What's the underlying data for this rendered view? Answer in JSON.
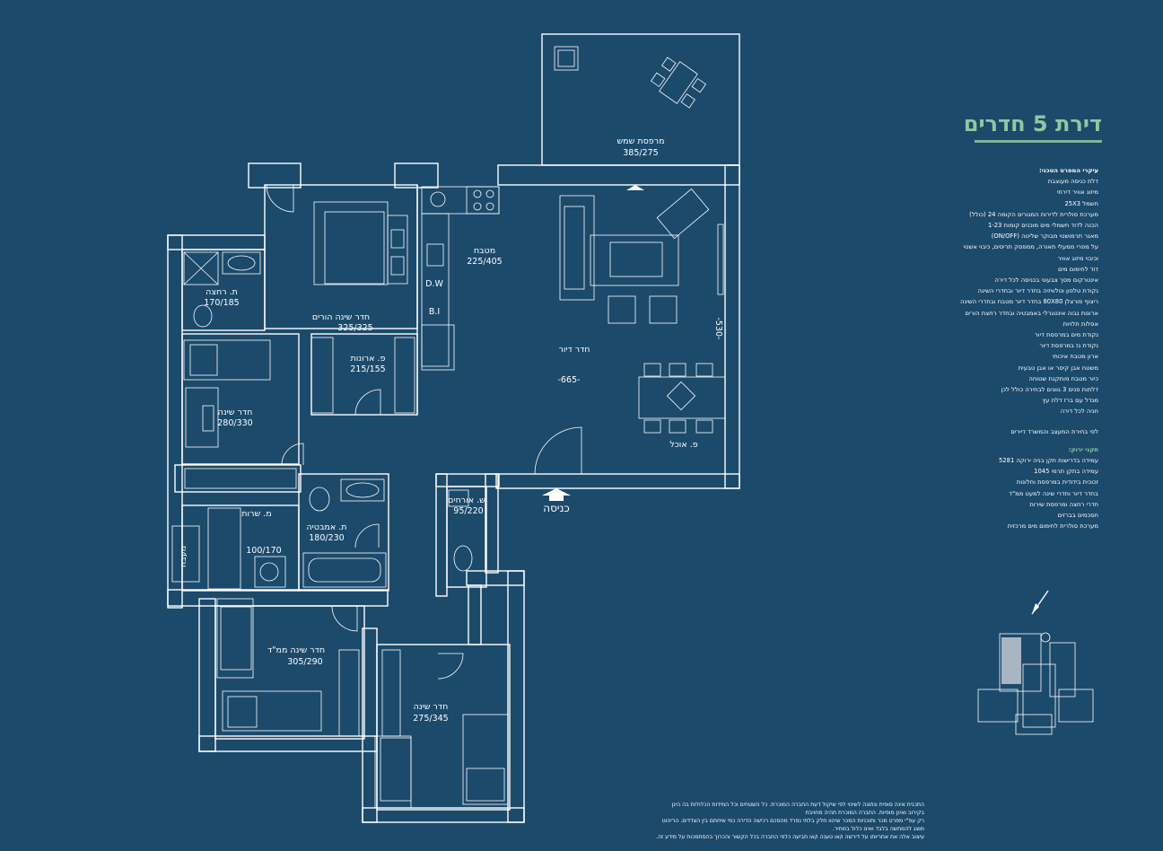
{
  "apartment_title": "דירת 5 חדרים",
  "rooms": {
    "sun_balcony": {
      "name": "מרפסת שמש",
      "dims": "385/275"
    },
    "kitchen": {
      "name": "מטבח",
      "dims": "225/405"
    },
    "shower": {
      "name": "ת. רחצה",
      "dims": "170/185"
    },
    "master": {
      "name": "חדר שינה הורים",
      "dims": "325/325"
    },
    "wardrobe": {
      "name": "פ. ארונות",
      "dims": "215/155"
    },
    "bedroom1": {
      "name": "חדר שינה",
      "dims": "280/330"
    },
    "living": {
      "name": "חדר דיור"
    },
    "dining": {
      "name": "פ. אוכל"
    },
    "living_width": "-665-",
    "living_depth": "-530-",
    "service": {
      "name": "מ. שרות",
      "dims": "100/170"
    },
    "bath": {
      "name": "ת. אמבטיה",
      "dims": "180/230"
    },
    "guest_wc": {
      "name": "ש. אורחים",
      "dims": "95/220"
    },
    "safe_room": {
      "name": "חדר שינה ממ\"ד",
      "dims": "305/290"
    },
    "bedroom2": {
      "name": "חדר שינה",
      "dims": "275/345"
    }
  },
  "appliances": {
    "dw": "D.W",
    "bi": "B.I",
    "laundry_label": "מעבה"
  },
  "entrance": "כניסה",
  "specs": {
    "heading": "עיקרי המפרט הטכני:",
    "items": [
      "דלת כניסה מעוצבת",
      "מיזוג אוויר דירתי",
      "חשמל 25X3",
      "מערכת סולרית לדירות המגורים הקומה 24 (כולל)",
      "הכנה לדוד חשמלי מים מוכנים קומות 1-23",
      "מאגר תרמושטי מבוקר שליטה (ON/OFF)",
      "על מפרי ממעלי תאורה, ממפסק תריסים, כיבוי אשטי",
      "וכיבוי מיזוג אוויר",
      "דוד לחימום מים",
      "אינטרקום מסך צבעוני בכניסה לכל דירה",
      "נקודת טלפון וטלוויזיה בחדר דיור ובחדרי השינה",
      "ריצוף פורצלן 80X80 בחדר דיור מטבח ובחדרי השינה",
      "ארונות גבוה אינטגרלי באמבטיה ובחדר רחצת הורים",
      "אסלות תלויות",
      "נקודת מים במרפסת דיור",
      "נקודת גז במרפסת דיור",
      "ארון מטבח איכותי",
      "משטח אבן קיסר או אבן טבעית",
      "כיור מטבח מותקנת שטוחה",
      "דלתות פנים 3 גוונים לבחירה כולל לכן",
      "מגדל עם ברז דלת עץ",
      "חניה לכל דירה"
    ],
    "footnote": "לפי בחירת המעצב והמשרד דיירים",
    "green_heading": "תקני ירוק:",
    "green_items": [
      "עמידה בדרישות תקן בניה ירוקה 5281",
      "עמידה בתקן תרמי 1045",
      "זכוכית בידודית במרפסת וחלונות",
      "בחדר דיור וחדרי שינה למעט ממ\"ד",
      "חדרי רחצה ומרפסת שירות",
      "חסכמים בברזים",
      "מערכת סולרית לחימום מים מרכזית"
    ]
  },
  "disclaimer": [
    "התכנית אינה סופית ונתונה לשינוי לפי שיקול דעת החברה המוכרת. כל השטחים וכל המידות הכלולות בה הינן בקירוב ואינן סופיות. החברה המוכרת תהיה מחויבת",
    "רק עפ\"י מפרט מכר ותוכניות המכר שיהוו חלק בלתי נפרד מהסכם רכישה הדירה כפי שיחתם בין הצדדים. הריהוט מוצג להמחשה בלבד ואינו כלול במחיר.",
    "עיצוב אלה את אחריותו על דירשה ו/או טענה ו/או תביעה כלפי החברה בכל הקשור והכרוך בהסתמכות על מידע זה."
  ]
}
